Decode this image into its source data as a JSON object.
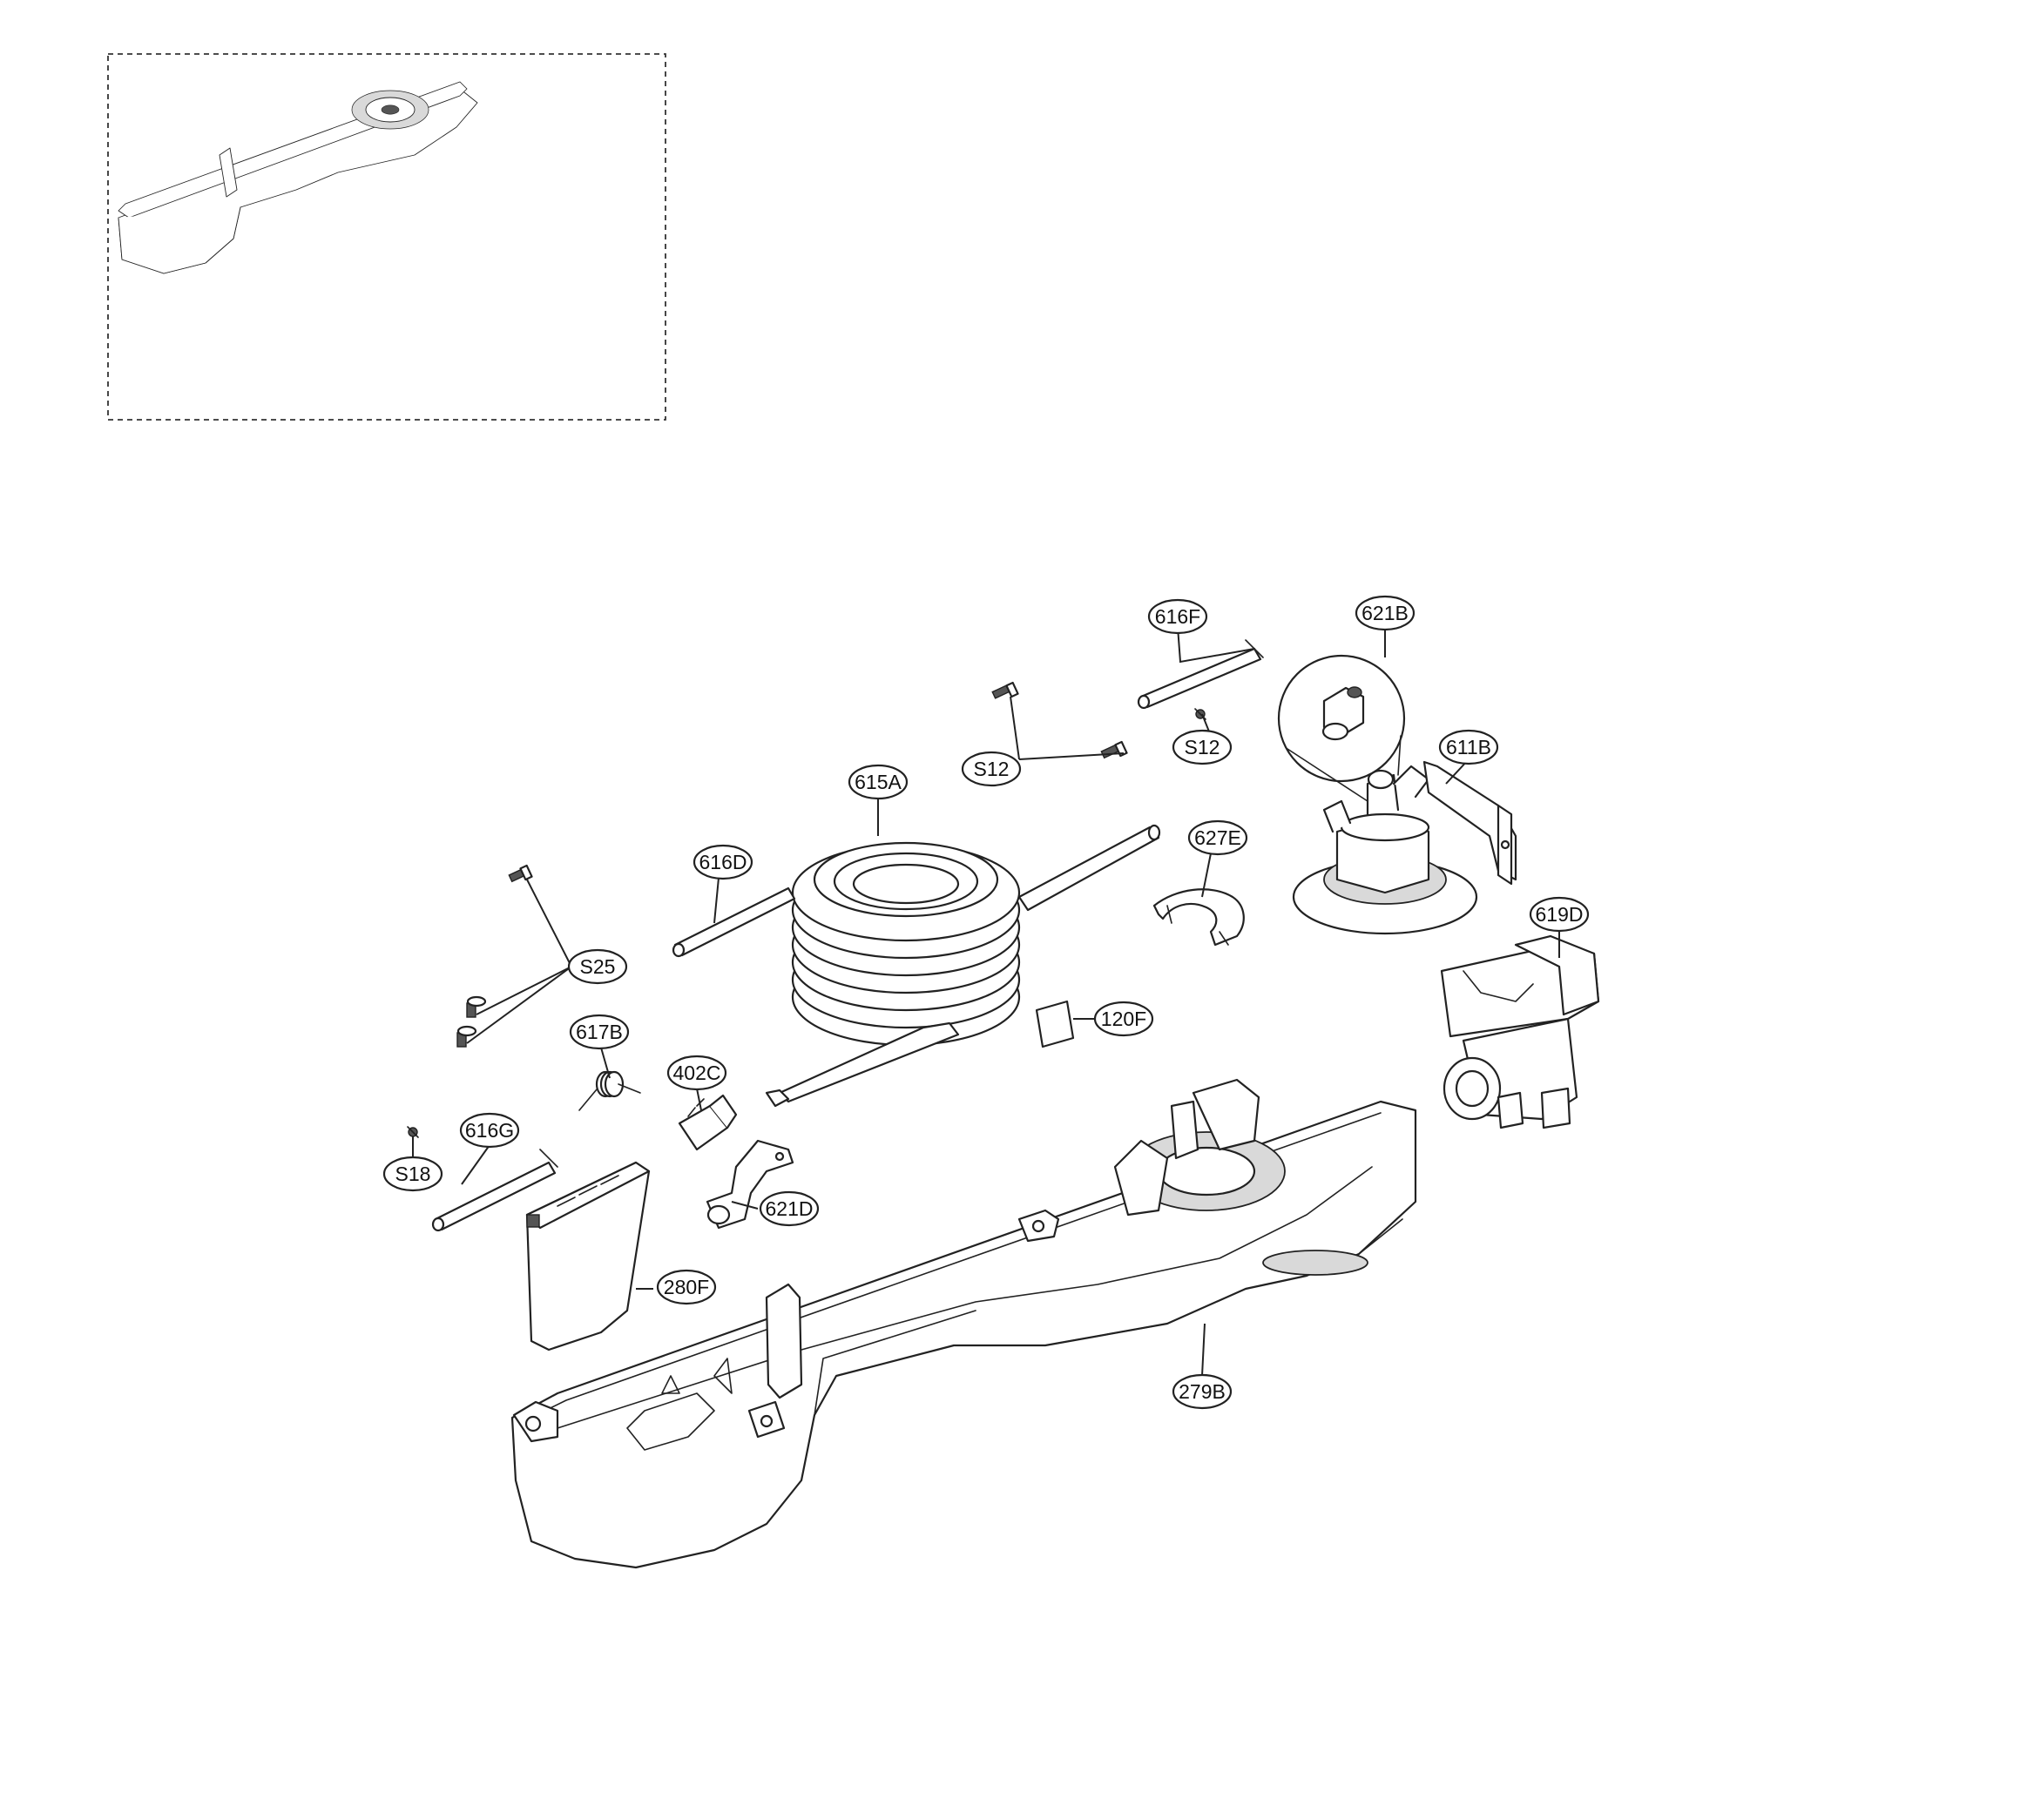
{
  "diagram": {
    "inset_label": "",
    "callouts": [
      {
        "id": "616F",
        "label": "616F"
      },
      {
        "id": "621B",
        "label": "621B"
      },
      {
        "id": "S12a",
        "label": "S12"
      },
      {
        "id": "S12b",
        "label": "S12"
      },
      {
        "id": "611B",
        "label": "611B"
      },
      {
        "id": "615A",
        "label": "615A"
      },
      {
        "id": "627E",
        "label": "627E"
      },
      {
        "id": "616D",
        "label": "616D"
      },
      {
        "id": "619D",
        "label": "619D"
      },
      {
        "id": "S25",
        "label": "S25"
      },
      {
        "id": "120F",
        "label": "120F"
      },
      {
        "id": "617B",
        "label": "617B"
      },
      {
        "id": "402C",
        "label": "402C"
      },
      {
        "id": "616G",
        "label": "616G"
      },
      {
        "id": "621D",
        "label": "621D"
      },
      {
        "id": "S18",
        "label": "S18"
      },
      {
        "id": "280F",
        "label": "280F"
      },
      {
        "id": "279B",
        "label": "279B"
      }
    ]
  }
}
